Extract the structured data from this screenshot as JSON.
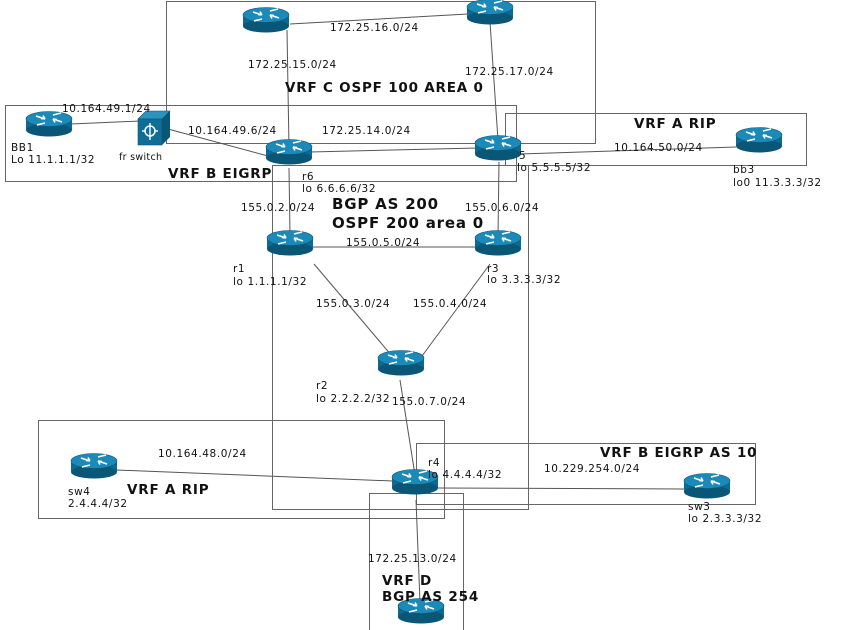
{
  "routers": {
    "r6": "r6",
    "r6_lo": "lo 6.6.6.6/32",
    "r5_partial": "5",
    "r5_lo": "lo 5.5.5.5/32",
    "r1": "r1",
    "r1_lo": "lo 1.1.1.1/32",
    "r3": "r3",
    "r3_lo": "lo 3.3.3.3/32",
    "r2": "r2",
    "r2_lo": "lo 2.2.2.2/32",
    "r4": "r4",
    "r4_lo": "lo 4.4.4.4/32",
    "bb1": "BB1",
    "bb1_lo": "Lo 11.1.1.1/32",
    "bb3": "bb3",
    "bb3_lo": "lo0 11.3.3.3/32",
    "sw4": "sw4",
    "sw4_lo": "2.4.4.4/32",
    "sw3": "sw3",
    "sw3_lo": "lo 2.3.3.3/32",
    "fr_switch": "fr switch"
  },
  "regions": {
    "vrf_c": "VRF C OSPF 100 AREA 0",
    "vrf_a_rip_top": "VRF A RIP",
    "vrf_b_eigrp": "VRF B EIGRP",
    "bgp_line1": "BGP AS 200",
    "bgp_line2": "OSPF 200 area 0",
    "vrf_b_eigrp_as10": "VRF B EIGRP AS 10",
    "vrf_a_rip_bottom": "VRF A RIP",
    "vrf_d_line1": "VRF D",
    "vrf_d_line2": "BGP AS 254"
  },
  "subnets": {
    "n16": "172.25.16.0/24",
    "n15": "172.25.15.0/24",
    "n17": "172.25.17.0/24",
    "n14": "172.25.14.0/24",
    "n49_1": "10.164.49.1/24",
    "n49_6": "10.164.49.6/24",
    "n50": "10.164.50.0/24",
    "n155_2": "155.0.2.0/24",
    "n155_6": "155.0.6.0/24",
    "n155_5": "155.0.5.0/24",
    "n155_3": "155.0.3.0/24",
    "n155_4": "155.0.4.0/24",
    "n155_7": "155.0.7.0/24",
    "n48": "10.164.48.0/24",
    "n229": "10.229.254.0/24",
    "n13": "172.25.13.0/24"
  },
  "colors": {
    "router_body": "#0d6b93",
    "router_top": "#1b8ab8",
    "router_arrows": "#ffffff",
    "switch_fill": "#0f6d96"
  }
}
